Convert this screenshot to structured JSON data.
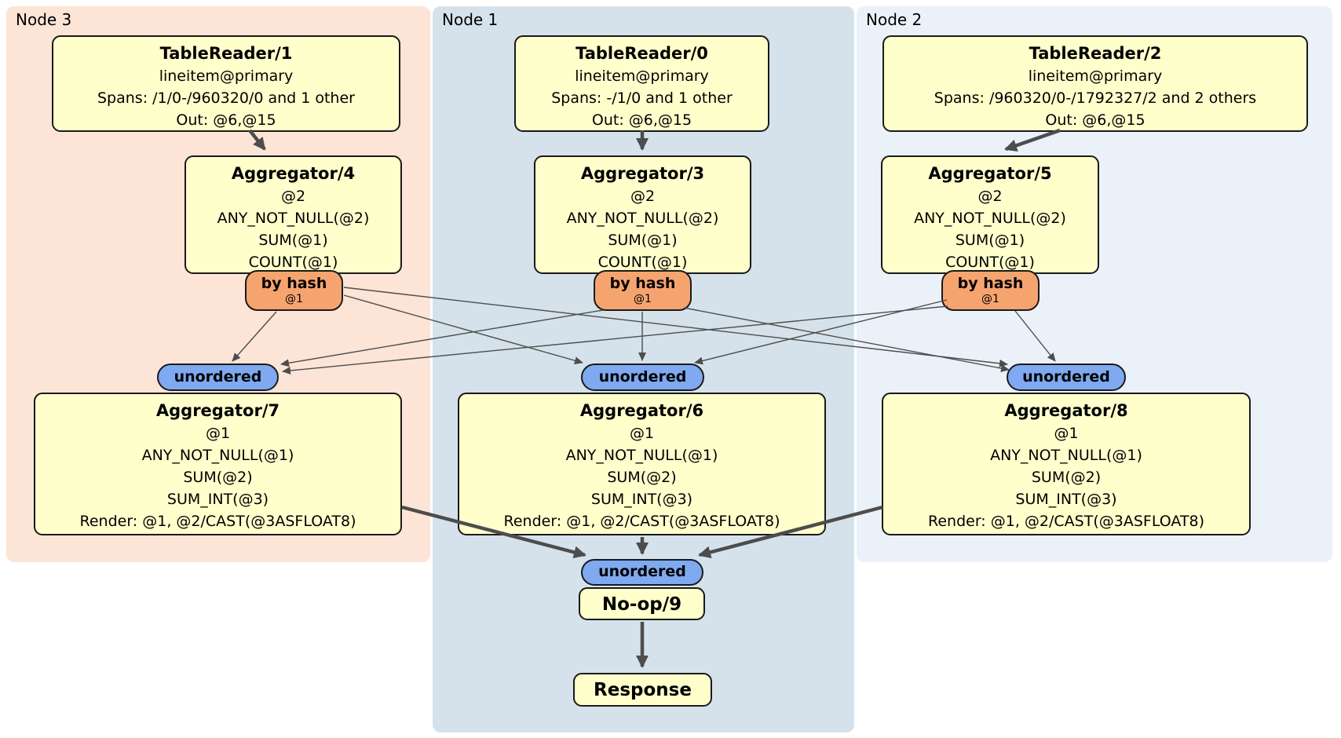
{
  "regions": {
    "node3": {
      "label": "Node 3"
    },
    "node1": {
      "label": "Node 1"
    },
    "node2": {
      "label": "Node 2"
    }
  },
  "processors": {
    "tablereader1": {
      "title": "TableReader/1",
      "details": [
        "lineitem@primary",
        "Spans: /1/0-/960320/0 and 1 other",
        "Out: @6,@15"
      ]
    },
    "tablereader0": {
      "title": "TableReader/0",
      "details": [
        "lineitem@primary",
        "Spans: -/1/0 and 1 other",
        "Out: @6,@15"
      ]
    },
    "tablereader2": {
      "title": "TableReader/2",
      "details": [
        "lineitem@primary",
        "Spans: /960320/0-/1792327/2 and 2 others",
        "Out: @6,@15"
      ]
    },
    "aggregator4": {
      "title": "Aggregator/4",
      "details": [
        "@2",
        "ANY_NOT_NULL(@2)",
        "SUM(@1)",
        "COUNT(@1)"
      ]
    },
    "aggregator3": {
      "title": "Aggregator/3",
      "details": [
        "@2",
        "ANY_NOT_NULL(@2)",
        "SUM(@1)",
        "COUNT(@1)"
      ]
    },
    "aggregator5": {
      "title": "Aggregator/5",
      "details": [
        "@2",
        "ANY_NOT_NULL(@2)",
        "SUM(@1)",
        "COUNT(@1)"
      ]
    },
    "aggregator7": {
      "title": "Aggregator/7",
      "details": [
        "@1",
        "ANY_NOT_NULL(@1)",
        "SUM(@2)",
        "SUM_INT(@3)",
        "Render: @1, @2/CAST(@3ASFLOAT8)"
      ]
    },
    "aggregator6": {
      "title": "Aggregator/6",
      "details": [
        "@1",
        "ANY_NOT_NULL(@1)",
        "SUM(@2)",
        "SUM_INT(@3)",
        "Render: @1, @2/CAST(@3ASFLOAT8)"
      ]
    },
    "aggregator8": {
      "title": "Aggregator/8",
      "details": [
        "@1",
        "ANY_NOT_NULL(@1)",
        "SUM(@2)",
        "SUM_INT(@3)",
        "Render: @1, @2/CAST(@3ASFLOAT8)"
      ]
    },
    "noop9": {
      "title": "No-op/9"
    },
    "response": {
      "title": "Response"
    }
  },
  "routers": {
    "byhash4": {
      "label": "by hash",
      "key": "@1"
    },
    "byhash3": {
      "label": "by hash",
      "key": "@1"
    },
    "byhash5": {
      "label": "by hash",
      "key": "@1"
    }
  },
  "synchronizers": {
    "left": {
      "label": "unordered"
    },
    "middle": {
      "label": "unordered"
    },
    "right": {
      "label": "unordered"
    },
    "final": {
      "label": "unordered"
    }
  },
  "colors": {
    "node3_bg": "#fce4d7",
    "node1_bg": "#d5e2eb",
    "node2_bg": "#eaf1f9",
    "processor_fill": "#ffffcc",
    "router_fill": "#f6a46f",
    "sync_fill": "#7fa9f0",
    "box_border": "#1a1a1a",
    "edge_color": "#4d4d4d"
  }
}
